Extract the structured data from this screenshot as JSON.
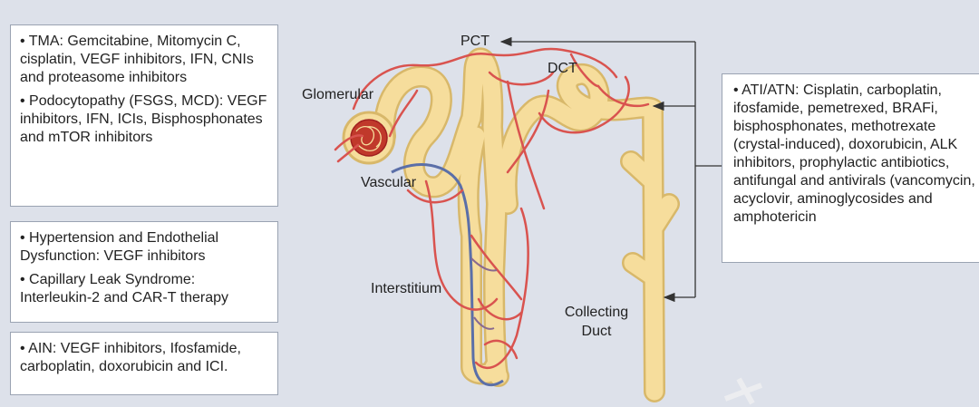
{
  "boxes": {
    "tma": {
      "item1": "• TMA: Gemcitabine, Mitomycin C, cisplatin, VEGF inhibitors, IFN, CNIs and proteasome inhibitors",
      "item2": "• Podocytopathy (FSGS, MCD): VEGF inhibitors, IFN, ICIs, Bisphosphonates and mTOR inhibitors"
    },
    "htn": {
      "item1": "• Hypertension and Endothelial Dysfunction: VEGF inhibitors",
      "item2": "• Capillary Leak Syndrome: Interleukin-2 and CAR-T therapy"
    },
    "ain": {
      "item1": "• AIN: VEGF inhibitors, Ifosfamide, carboplatin, doxorubicin and ICI."
    },
    "ati": {
      "item1": "• ATI/ATN: Cisplatin, carboplatin, ifosfamide, pemetrexed, BRAFi, bisphosphonates, methotrexate (crystal-induced), doxorubicin, ALK inhibitors, prophylactic antibiotics, antifungal and antivirals (vancomycin, acyclovir, aminoglycosides and amphotericin"
    }
  },
  "labels": {
    "pct": "PCT",
    "dct": "DCT",
    "glomerular": "Glomerular",
    "vascular": "Vascular",
    "interstitium": "Interstitium",
    "collecting": "Collecting Duct"
  },
  "colors": {
    "tubule": "#f6dd9c",
    "tubule_edge": "#d8b86a",
    "artery": "#d9534f",
    "vein": "#5b6fa8",
    "arrow": "#333333",
    "box_border": "#9aa3b2",
    "background": "#dde1ea"
  }
}
